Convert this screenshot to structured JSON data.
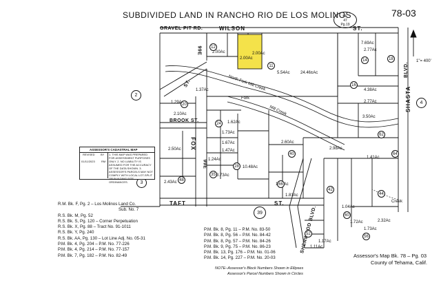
{
  "header": {
    "title": "SUBDIVIDED LAND IN RANCHO RIO DE LOS MOLINOS",
    "map_number": "78-03",
    "book_tag_line1": "Bk.",
    "book_tag_line2": "47",
    "book_tag_line3": "Pg.19",
    "scale": "1\"= 400'"
  },
  "roads": {
    "gravel_pit": "GRAVEL PIT RD.",
    "wilson": "WILSON",
    "wilson_st": "ST.",
    "brook": "BROOK ST.",
    "st_left": "ST.",
    "fox": "FOX",
    "nine_e": "99E",
    "nine_e_top": "99E",
    "taft": "TAFT",
    "taft_st": "ST.",
    "sherwood": "SHERWOOD BLVD.",
    "shasta": "SHASTA",
    "shasta_blvd": "BLVD.",
    "north_fork": "North Fork Mill Creek",
    "mill_creek": "Mill Creek",
    "creek": "Creek",
    "fork": "Fork"
  },
  "parcels": {
    "a1": "2.00Ac",
    "a2": "2.00Ac",
    "a3": "2.00Ac",
    "a4": "5.54Ac",
    "a5": "24.46±Ac",
    "a6": "7.69Ac",
    "a7": "2.77Ac",
    "a8": "4.38Ac",
    "a9": "2.77Ac",
    "a10": "3.50Ac",
    "a11": "1.37Ac",
    "a12": "1.29Ac",
    "a13": "2.10Ac",
    "a14": "1.62Ac",
    "a15": "1.73Ac",
    "a16": "1.67Ac",
    "a17": "1.47Ac",
    "a18": "1.24Ac",
    "a19": "2.50Ac",
    "a20": "10.48Ac",
    "a21": "3.73Ac",
    "a22": "1.75Ac",
    "a23": "1.81Ac",
    "a24": "2.60Ac",
    "a25": "2.98Ac",
    "a26": "1.41Ac",
    "a27": "2.43Ac",
    "a28": "1.04Ac",
    "a29": "1.72Ac",
    "a30": "2.32Ac",
    "a31": "1.73Ac",
    "a32": "1.17Ac",
    "a33": "1.11Ac"
  },
  "circles": {
    "c1": "2",
    "c2": "3",
    "c3": "4",
    "c4": "39",
    "c5": "12",
    "c6": "11",
    "c7": "14",
    "c8": "16",
    "c9": "18",
    "c10": "20",
    "c11": "24",
    "c12": "28",
    "c13": "35",
    "c14": "40",
    "c15": "42",
    "c16": "44",
    "c17": "48",
    "c18": "52",
    "c19": "56",
    "c20": "60",
    "c21": "62",
    "c22": "64",
    "c23": "66"
  },
  "cadastral_box": {
    "title": "ASSESSOR'S CADASTRAL MAP",
    "col1": "REVISED",
    "col2": "BY",
    "date": "01/11/2023",
    "by": "RM",
    "notes": "1. THIS MAP WAS PREPARED FOR ASSESSMENT PURPOSES ONLY. 2. NO LIABILITY IS ASSUMED FOR THE ACCURACY OF THE DATA SHOWN. 3. ASSESSOR'S PARCELS MAY NOT COMPLY WITH LOCAL LOT-SPLIT OR BUILDING SITE ORDINANCES."
  },
  "references_left": [
    "R.M. Bk. F, Pg. 2 – Los Molinos Land Co.",
    "Sub. No. 7",
    "R.S. Bk. M, Pg. 52",
    "R.S. Bk. S, Pg. 120 – Corner Perpetuation",
    "R.S. Bk. X, Pg. 88 – Tract No. 91-1011",
    "R.S. Bk. Y, Pg. 240",
    "R.S. Bk. AA, Pg. 130 – Lot Line Adj. No. 05-31",
    "P.M. Bk. 4, Pg. 204 – P.M. No. 77-226",
    "P.M. Bk. 4, Pg. 214 – P.M. No. 77-157",
    "P.M. Bk. 7, Pg. 182 – P.M. No. 82-49"
  ],
  "references_right": [
    "P.M. Bk. 8, Pg. 11 – P.M. No. 83-50",
    "P.M. Bk. 8, Pg. 56 – P.M. No. 84-42",
    "P.M. Bk. 8, Pg. 57 – P.M. No. 84-26",
    "P.M. Bk. 9, Pg. 75 – P.M. No. 86-23",
    "P.M. Bk. 13, Pg. 176 – P.M. No. 01-06",
    "P.M. Bk. 14, Pg. 227 – P.M. No. 20-03"
  ],
  "footer": {
    "note1": "NOTE–Assessor's Block Numbers Shown in Ellipses",
    "note2": "Assessor's Parcel Numbers Shown in Circles",
    "assessor": "Assessor's Map Bk. 78 – Pg. 03",
    "county": "County of Tehama, Calif."
  },
  "colors": {
    "highlight": "#f4e24a",
    "ink": "#111111"
  }
}
